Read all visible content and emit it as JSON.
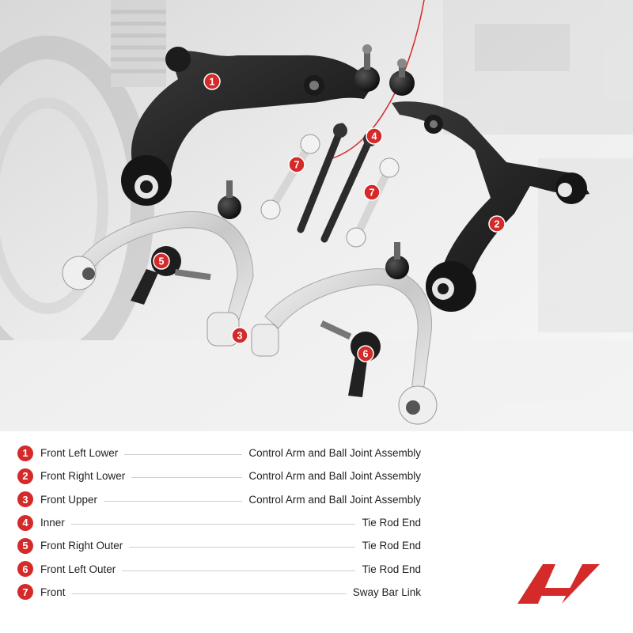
{
  "accent_color": "#d42a2a",
  "photo": {
    "callouts": [
      {
        "number": "1"
      },
      {
        "number": "2"
      },
      {
        "number": "3"
      },
      {
        "number": "4"
      },
      {
        "number": "5"
      },
      {
        "number": "6"
      },
      {
        "number": "7"
      },
      {
        "number": "7"
      }
    ]
  },
  "legend": {
    "items": [
      {
        "number": "1",
        "position": "Front Left Lower",
        "part": "Control Arm and Ball Joint Assembly"
      },
      {
        "number": "2",
        "position": "Front Right Lower",
        "part": "Control Arm and Ball Joint Assembly"
      },
      {
        "number": "3",
        "position": "Front Upper",
        "part": "Control Arm and Ball Joint Assembly"
      },
      {
        "number": "4",
        "position": "Inner",
        "part": "Tie Rod End"
      },
      {
        "number": "5",
        "position": "Front Right Outer",
        "part": "Tie Rod End"
      },
      {
        "number": "6",
        "position": "Front Left Outer",
        "part": "Tie Rod End"
      },
      {
        "number": "7",
        "position": "Front",
        "part": "Sway Bar Link"
      }
    ]
  },
  "logo": {
    "name": "a-premium-logo"
  }
}
